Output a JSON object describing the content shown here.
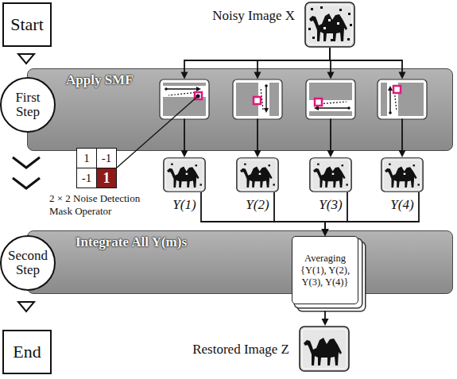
{
  "diagram": {
    "nodes": [
      {
        "text": [
          "Start"
        ]
      },
      {
        "text": [
          "First Step"
        ]
      },
      {
        "text": [
          "Apply SMF"
        ]
      },
      {
        "text": [
          "Noisy Image X"
        ]
      },
      {
        "text": [
          "Y(1)"
        ]
      },
      {
        "text": [
          "Y(2)"
        ]
      },
      {
        "text": [
          "Y(3)"
        ]
      },
      {
        "text": [
          "Y(4)"
        ]
      },
      {
        "text": [
          "Second Step"
        ]
      },
      {
        "text": [
          "Integrate All Y(m)s"
        ]
      },
      {
        "text": [
          "Averaging {Y(1), Y(2), Y(3), Y(4)}"
        ],
        "in": 9
      },
      {
        "text": [
          "Restored Image Z"
        ]
      },
      {
        "text": [
          "End"
        ]
      }
    ],
    "edges": [
      {
        "from": 3,
        "to": 4,
        "arrow": "to"
      },
      {
        "from": 3,
        "to": 5,
        "arrow": "to"
      },
      {
        "from": 3,
        "to": 6,
        "arrow": "to"
      },
      {
        "from": 3,
        "to": 7,
        "arrow": "to"
      },
      {
        "from": 4,
        "to": 10,
        "arrow": "to"
      },
      {
        "from": 5,
        "to": 10,
        "arrow": "to"
      },
      {
        "from": 6,
        "to": 10,
        "arrow": "to"
      },
      {
        "from": 7,
        "to": 10,
        "arrow": "to"
      },
      {
        "from": 10,
        "to": 11,
        "arrow": "to"
      }
    ],
    "labels": [
      "1",
      "-1",
      "-1",
      "1",
      "2 × 2 Noise Detection Mask Operator"
    ]
  }
}
